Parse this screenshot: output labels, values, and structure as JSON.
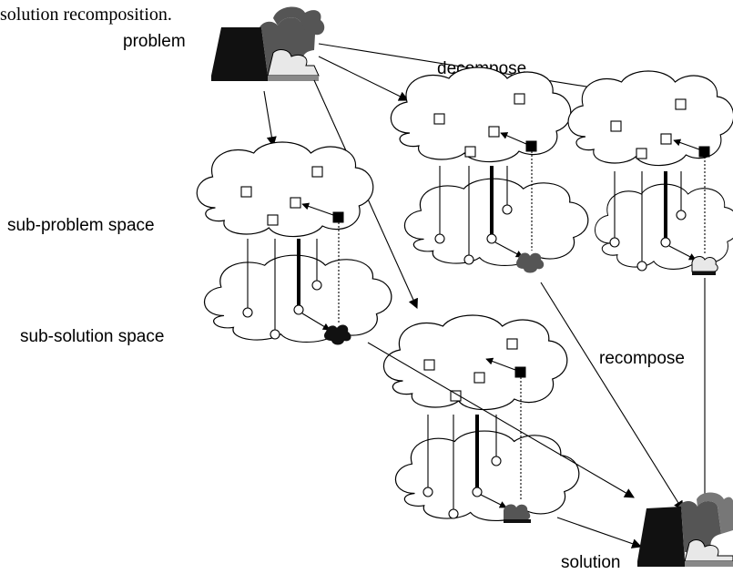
{
  "caption": "solution recomposition.",
  "labels": {
    "problem": "problem",
    "decompose": "decompose",
    "sub_problem_space": "sub-problem space",
    "sub_solution_space": "sub-solution space",
    "recompose": "recompose",
    "solution": "solution"
  },
  "colors": {
    "piece_black": "#111111",
    "piece_dark": "#555555",
    "piece_mid": "#888888",
    "piece_light": "#e8e8e8"
  }
}
